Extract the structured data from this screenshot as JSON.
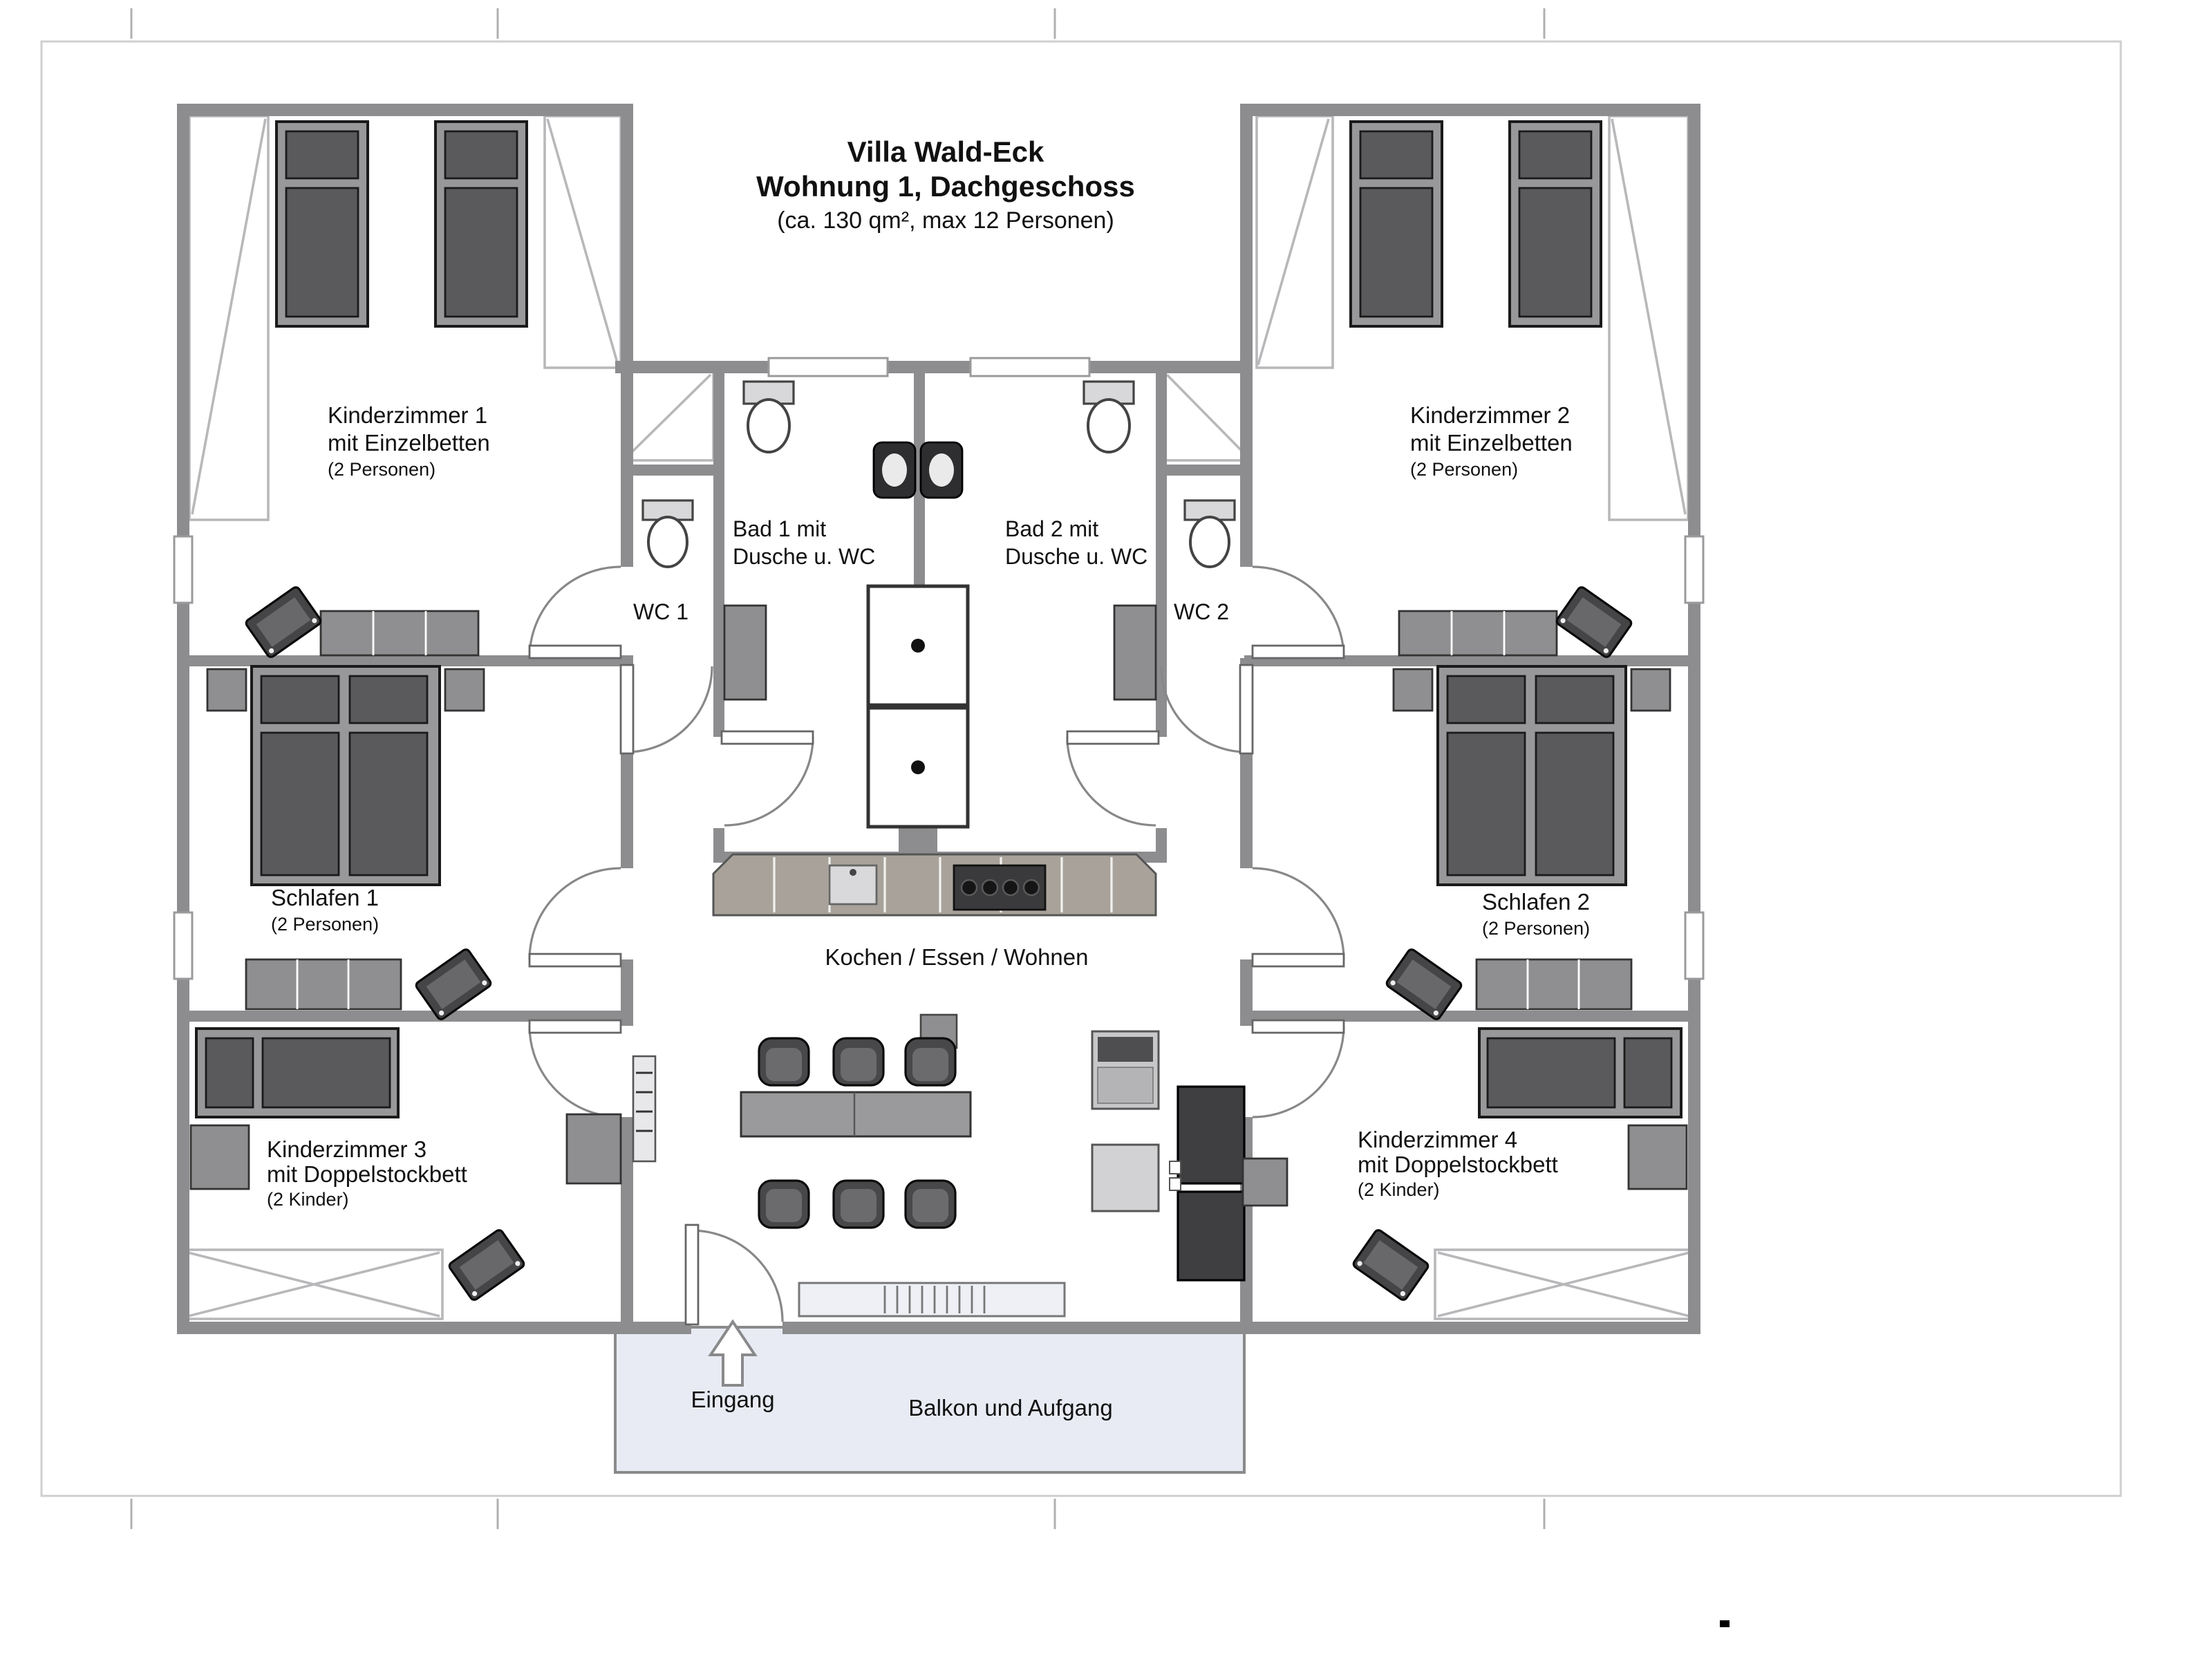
{
  "title": {
    "line1": "Villa Wald-Eck",
    "line2": "Wohnung 1, Dachgeschoss",
    "line3": "(ca. 130 qm², max 12 Personen)"
  },
  "rooms": {
    "kinderzimmer1": {
      "name": "Kinderzimmer 1",
      "detail": "mit Einzelbetten",
      "capacity": "(2 Personen)"
    },
    "kinderzimmer2": {
      "name": "Kinderzimmer 2",
      "detail": "mit Einzelbetten",
      "capacity": "(2 Personen)"
    },
    "kinderzimmer3": {
      "name": "Kinderzimmer 3",
      "detail": "mit Doppelstockbett",
      "capacity": "(2 Kinder)"
    },
    "kinderzimmer4": {
      "name": "Kinderzimmer 4",
      "detail": "mit Doppelstockbett",
      "capacity": "(2 Kinder)"
    },
    "schlafen1": {
      "name": "Schlafen 1",
      "capacity": "(2 Personen)"
    },
    "schlafen2": {
      "name": "Schlafen 2",
      "capacity": "(2 Personen)"
    },
    "bad1": {
      "name": "Bad 1 mit",
      "detail": "Dusche u. WC"
    },
    "bad2": {
      "name": "Bad 2 mit",
      "detail": "Dusche u. WC"
    },
    "wc1": {
      "name": "WC 1"
    },
    "wc2": {
      "name": "WC 2"
    },
    "wohnbereich": {
      "name": "Kochen / Essen / Wohnen"
    },
    "eingang": {
      "name": "Eingang"
    },
    "balkon": {
      "name": "Balkon und Aufgang"
    }
  },
  "colors": {
    "wall": "#8d8d8f",
    "furniture_frame": "#98989a",
    "furniture_dark": "#5a5a5c",
    "furniture_mid": "#8f8f91",
    "balcony_fill": "#e9ebf4",
    "text": "#111111"
  }
}
